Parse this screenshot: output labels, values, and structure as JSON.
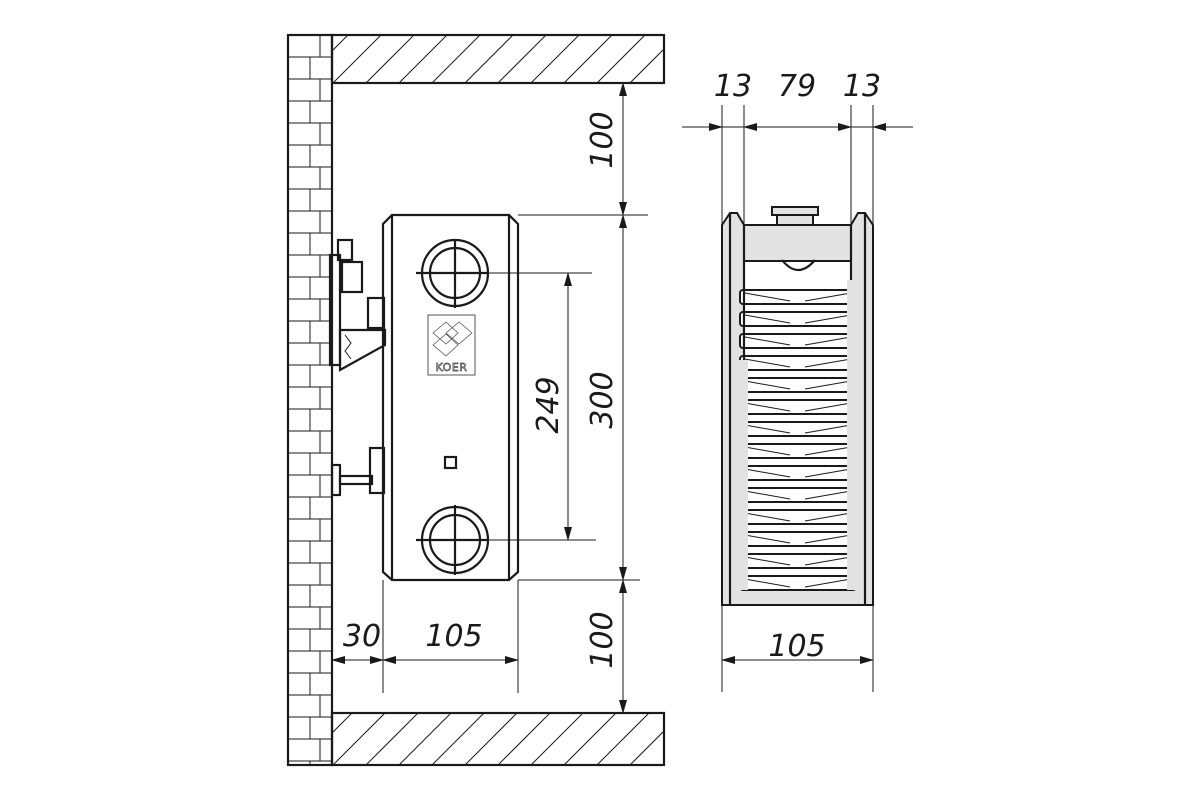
{
  "logo": {
    "text": "KOER"
  },
  "dimensions": {
    "top_clearance": "100",
    "height": "300",
    "bottom_clearance": "100",
    "pipe_spacing": "249",
    "wall_gap": "30",
    "side_depth": "105",
    "front_left": "13",
    "front_middle": "79",
    "front_right": "13",
    "front_depth": "105"
  },
  "colors": {
    "line": "#1a1a1a",
    "fill": "#e2e2e2"
  }
}
